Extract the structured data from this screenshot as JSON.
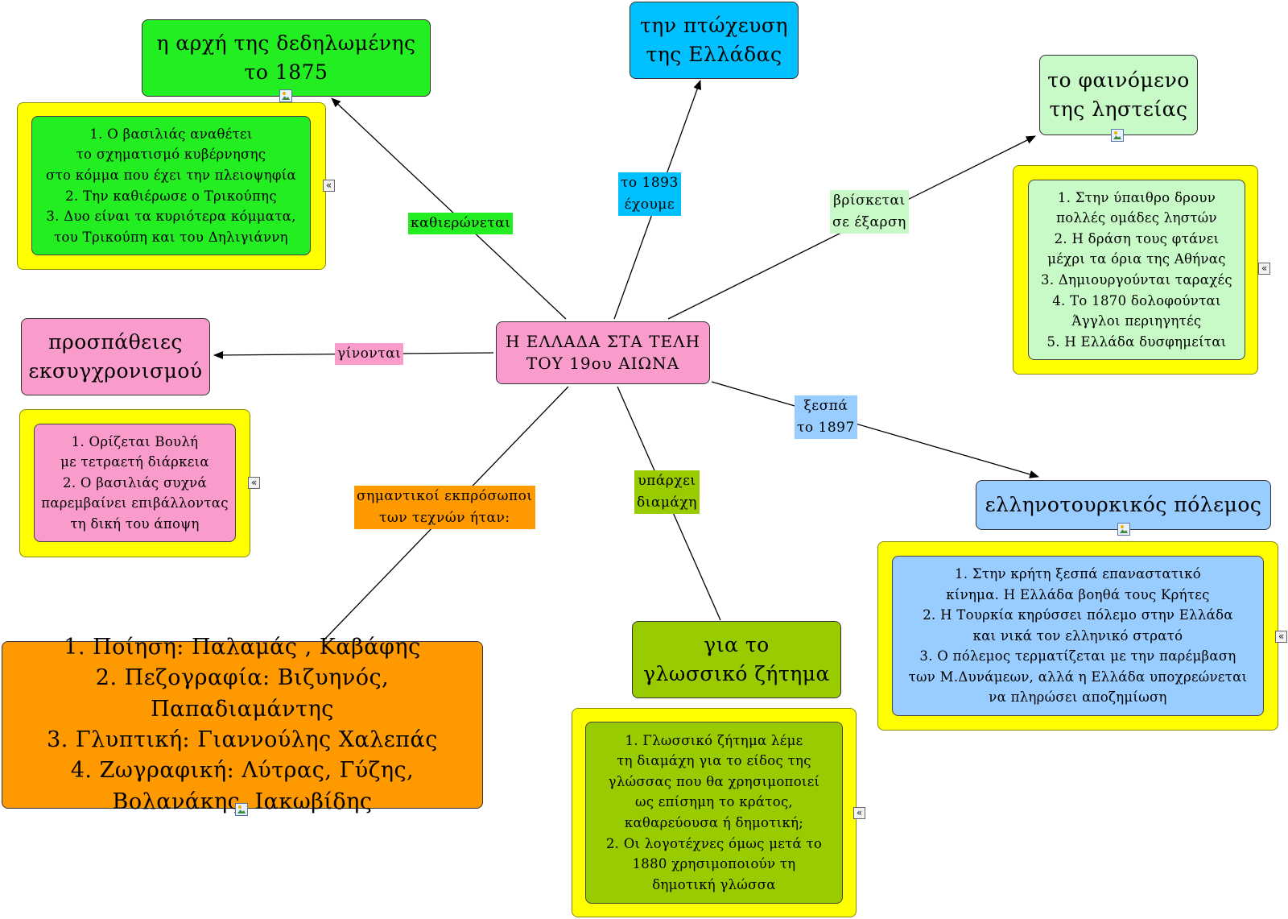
{
  "center": {
    "text": "Η ΕΛΛΑΔΑ ΣΤΑ ΤΕΛΗ\nΤΟΥ 19ου ΑΙΩΝΑ",
    "color": "#f99bcb"
  },
  "topics": [
    {
      "id": "t1875",
      "text": "η αρχή της δεδηλωμένης\nτο 1875",
      "color": "#22ee22",
      "link_label": "καθιερώνεται",
      "label_color": "#22ee22",
      "details": "1. Ο βασιλιάς αναθέτει\nτο σχηματισμό κυβέρνησης\nστο κόμμα που έχει την πλειοψηφία\n2.  Την καθιέρωσε ο Τρικούπης\n3.  Δυο είναι τα κυριότερα κόμματα,\nτου Τρικούπη και του Δηλιγιάννη"
    },
    {
      "id": "tptoxeusi",
      "text": "την πτώχευση\nτης Ελλάδας",
      "color": "#00c0ff",
      "link_label": "το 1893\nέχουμε",
      "label_color": "#00c0ff"
    },
    {
      "id": "tlisteia",
      "text": "το φαινόμενο\nτης ληστείας",
      "color": "#c8fac8",
      "link_label": "βρίσκεται\nσε έξαρση",
      "label_color": "#c8fac8",
      "details": "1. Στην ύπαιθρο δρουν\nπολλές ομάδες ληστών\n2.  Η δράση τους φτάνει\nμέχρι τα όρια της Αθήνας\n3. Δημιουργούνται ταραχές\n4. Το 1870 δολοφούνται\nΆγγλοι περιηγητές\n5.  Η Ελλάδα δυσφημείται"
    },
    {
      "id": "tprospatheies",
      "text": "προσπάθειες\nεκσυγχρονισμού",
      "color": "#f99bcb",
      "link_label": "γίνονται",
      "label_color": "#f99bcb",
      "details": "1.  Ορίζεται Βουλή\nμε τετραετή διάρκεια\n2.  Ο βασιλιάς συχνά\nπαρεμβαίνει επιβάλλοντας\nτη δική του άποψη"
    },
    {
      "id": "tpolemos",
      "text": "ελληνοτουρκικός πόλεμος",
      "color": "#99ccff",
      "link_label": "ξεσπά\nτο 1897",
      "label_color": "#99ccff",
      "details": "1. Στην κρήτη ξεσπά επαναστατικό\nκίνημα. Η Ελλάδα βοηθά τους Κρήτες\n2.  Η Τουρκία κηρύσσει πόλεμο στην Ελλάδα\nκαι νικά τον ελληνικό στρατό\n3.  Ο πόλεμος τερματίζεται με την παρέμβαση\nτων Μ.Δυνάμεων, αλλά η Ελλάδα υποχρεώνεται\nνα πληρώσει αποζημίωση"
    },
    {
      "id": "tglossiko",
      "text": "για το\nγλωσσικό ζήτημα",
      "color": "#99cc00",
      "link_label": "υπάρχει\nδιαμάχη",
      "label_color": "#99cc00",
      "details": "1.  Γλωσσικό ζήτημα λέμε\nτη διαμάχη για το είδος της\nγλώσσας που θα χρησιμοποιεί\nως επίσημη το κράτος,\nκαθαρεύουσα ή δημοτική;\n2.  Οι λογοτέχνες όμως μετά το\n1880 χρησιμοποιούν τη\nδημοτική γλώσσα"
    },
    {
      "id": "ttexnes",
      "text": "1. Ποίηση: Παλαμάς , Καβάφης\n2. Πεζογραφία: Βιζυηνός, Παπαδιαμάντης\n3.  Γλυπτική: Γιαννούλης Χαλεπάς\n4.  Ζωγραφική: Λύτρας, Γύζης,\nΒολανάκης, Ιακωβίδης",
      "color": "#ff9900",
      "link_label": "σημαντικοί εκπρόσωποι\nτων τεχνών ήταν:",
      "label_color": "#ff9900"
    }
  ],
  "details_frame_color": "#ffff00",
  "collapse_glyph": "«",
  "icons": {
    "image_icon": "image-icon",
    "collapse_icon": "collapse-icon"
  }
}
